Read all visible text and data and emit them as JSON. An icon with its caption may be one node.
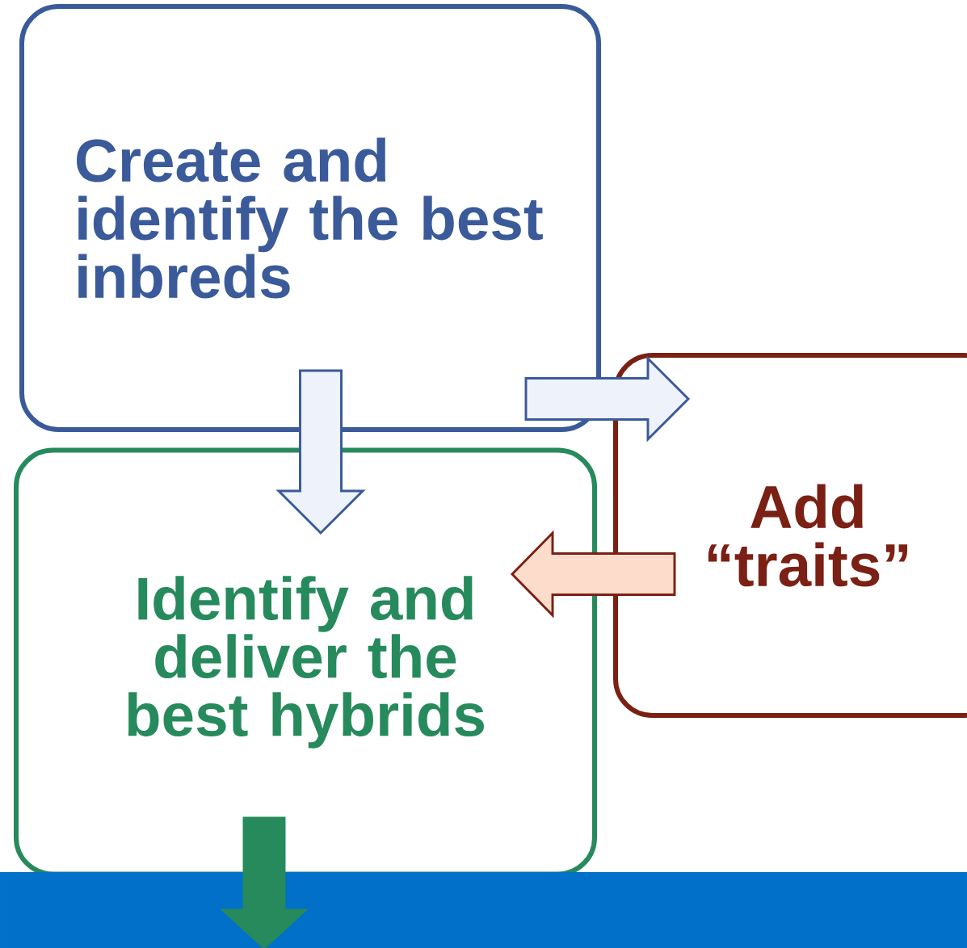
{
  "diagram": {
    "nodes": [
      {
        "text": [
          "Create and identify the best inbreds"
        ]
      },
      {
        "text": [
          "Identify and deliver the best hybrids"
        ]
      },
      {
        "text": [
          "Add “traits”"
        ]
      },
      {
        "text": [],
        "shape": "bar"
      }
    ],
    "edges": [
      {
        "from": 0,
        "to": 1,
        "arrow": "to"
      },
      {
        "from": 0,
        "to": 2,
        "arrow": "to"
      },
      {
        "from": 2,
        "to": 1,
        "arrow": "to",
        "color": "#7b2014"
      },
      {
        "from": 1,
        "to": 3,
        "arrow": "to",
        "color": "#268a5c"
      }
    ]
  }
}
